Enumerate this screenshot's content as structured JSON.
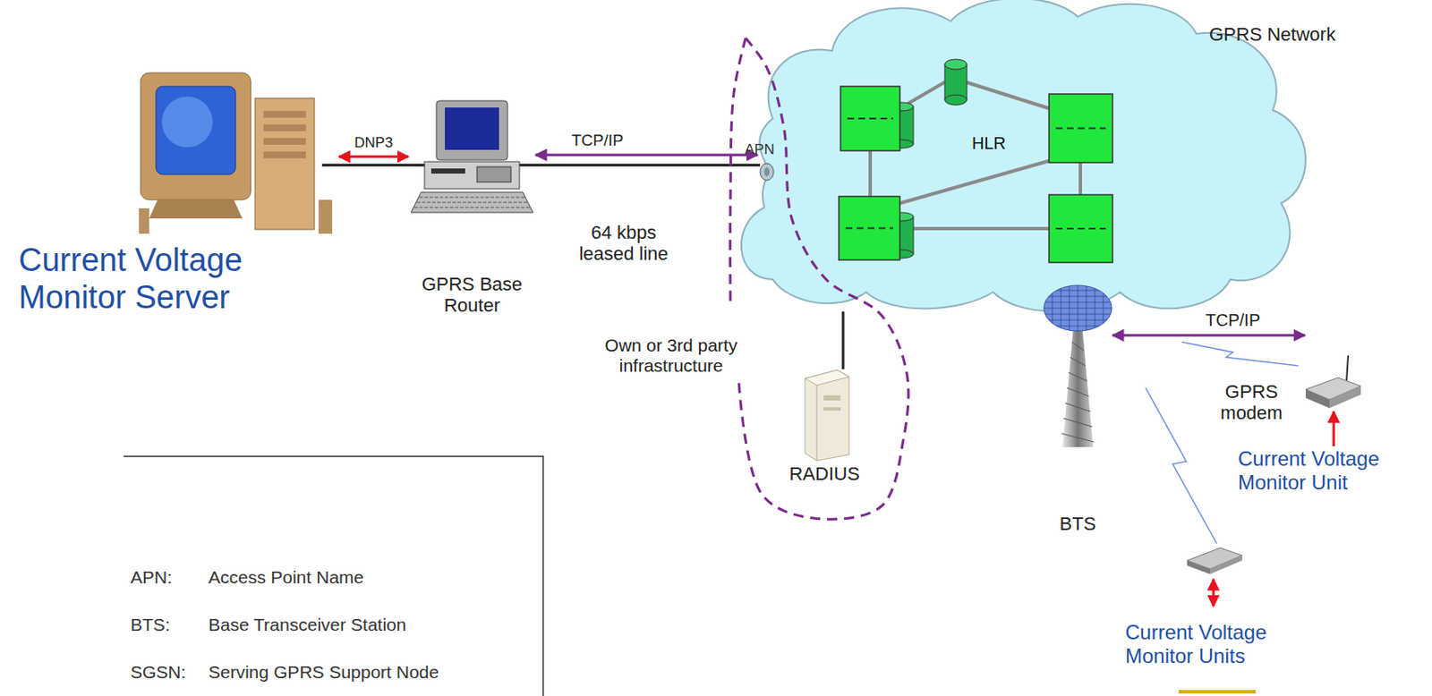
{
  "diagram": {
    "nodes": [
      {
        "text": [
          "Current Voltage Monitor Server"
        ]
      },
      {
        "text": [
          "GPRS Base Router"
        ]
      },
      {
        "text": [
          "GPRS Network"
        ]
      },
      {
        "text": [
          "HLR"
        ],
        "in": 2
      },
      {
        "text": [
          "APN"
        ],
        "in": 2
      },
      {
        "text": [
          "RADIUS"
        ]
      },
      {
        "text": [
          "BTS"
        ]
      },
      {
        "text": [
          "GPRS modem"
        ]
      },
      {
        "text": [
          "Current Voltage Monitor Unit"
        ]
      },
      {
        "text": [
          "Current Voltage Monitor Units"
        ]
      }
    ],
    "edges": [
      {
        "from": 0,
        "to": 1,
        "arrow": "both",
        "label": "DNP3"
      },
      {
        "from": 1,
        "to": 4,
        "arrow": "both",
        "label": "TCP/IP"
      },
      {
        "from": 2,
        "to": 5,
        "arrow": "none"
      },
      {
        "from": 6,
        "to": 7,
        "arrow": "both",
        "label": "TCP/IP"
      },
      {
        "from": 8,
        "to": 7,
        "arrow": "to"
      }
    ],
    "labels": [
      "64 kbps leased line",
      "Own or 3rd party infrastructure",
      "APN:",
      "Access Point Name",
      "BTS:",
      "Base Transceiver Station",
      "SGSN:",
      "Serving GPRS Support Node"
    ]
  }
}
